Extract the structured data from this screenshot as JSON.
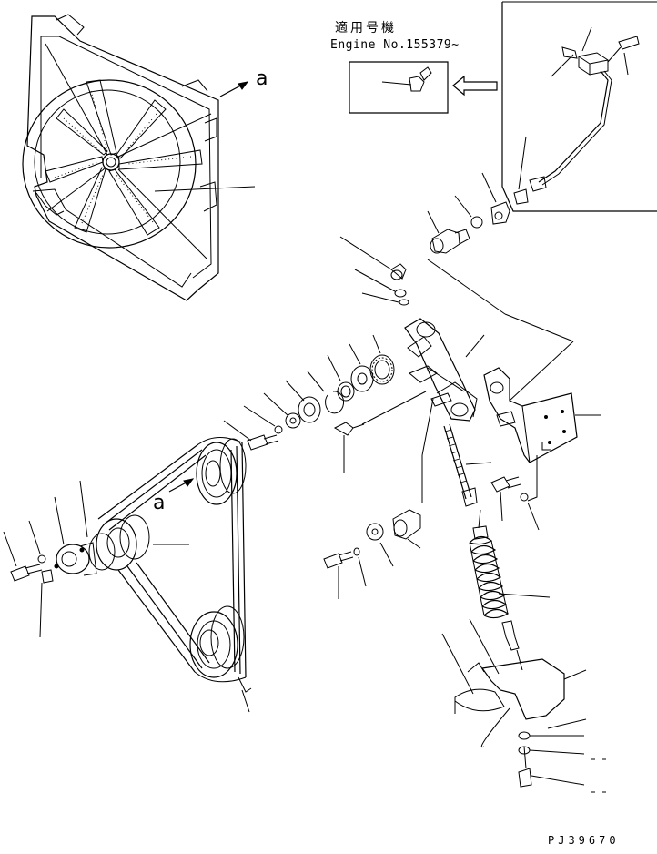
{
  "labels": {
    "applicability": "適用号機",
    "engine_no": "Engine No.155379~",
    "view_a": "a",
    "drawing_number": "PJ39670"
  },
  "colors": {
    "line": "#000000",
    "background": "#ffffff"
  },
  "icons": {
    "view_arrow": "arrow-right-icon",
    "replacement_arrow": "hollow-arrow-left-icon"
  }
}
